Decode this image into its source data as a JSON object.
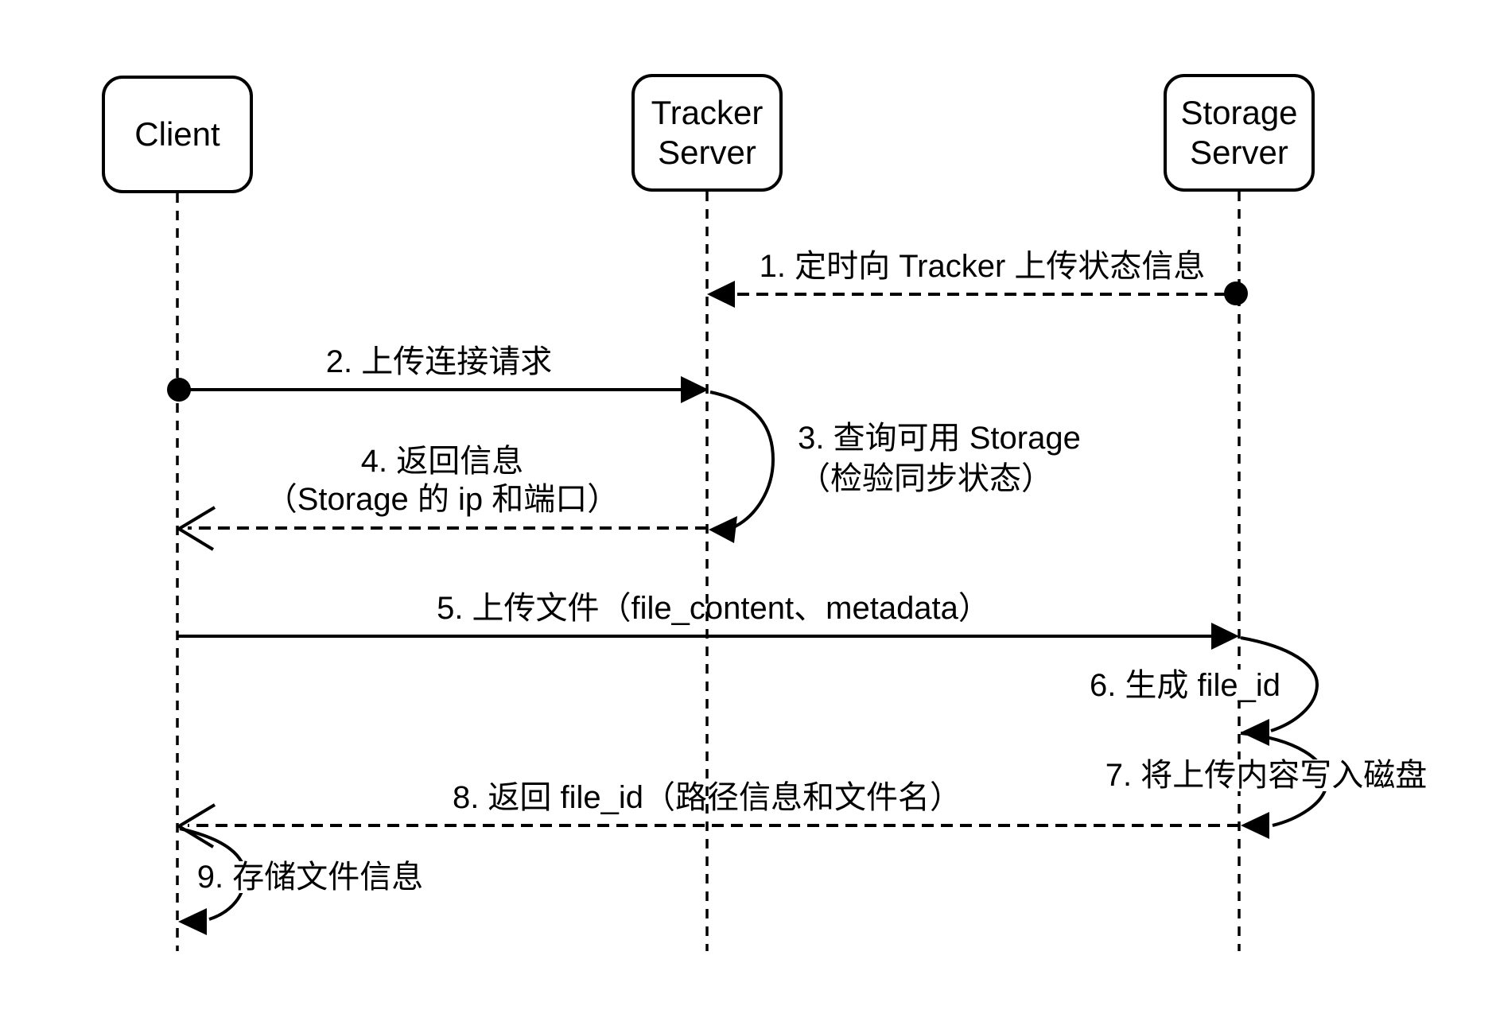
{
  "diagram": {
    "actors": [
      {
        "id": "client",
        "label": "Client"
      },
      {
        "id": "tracker",
        "label": "Tracker\nServer"
      },
      {
        "id": "storage",
        "label": "Storage\nServer"
      }
    ],
    "messages": {
      "m1": "1. 定时向 Tracker 上传状态信息",
      "m2": "2. 上传连接请求",
      "m3_line1": "3. 查询可用 Storage",
      "m3_line2": "（检验同步状态）",
      "m4_line1": "4. 返回信息",
      "m4_line2": "（Storage 的 ip 和端口）",
      "m5": "5. 上传文件（file_content、metadata）",
      "m6": "6. 生成 file_id",
      "m7": "7. 将上传内容写入磁盘",
      "m8": "8. 返回 file_id（路径信息和文件名）",
      "m9": "9. 存储文件信息"
    },
    "colors": {
      "stroke": "#000000",
      "background": "#ffffff"
    }
  }
}
